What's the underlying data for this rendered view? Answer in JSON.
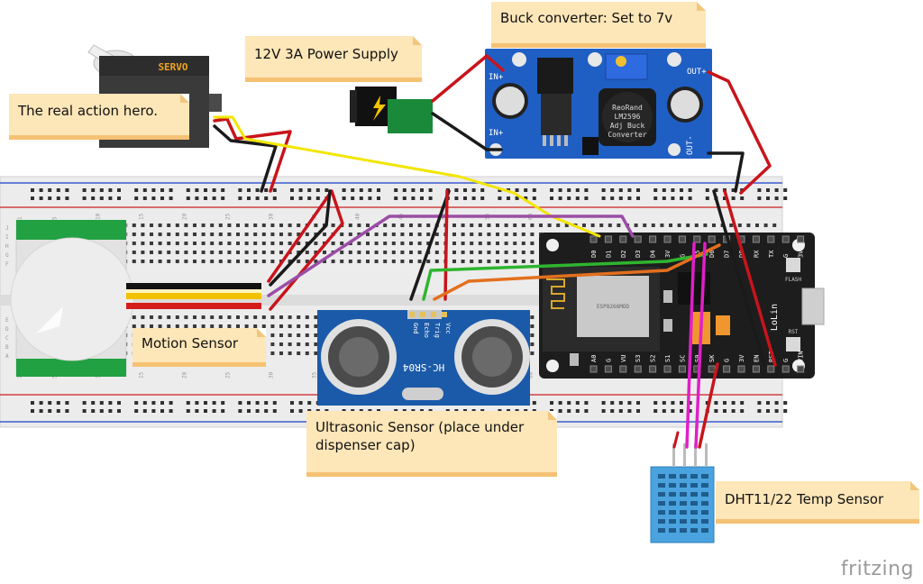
{
  "notes": {
    "power_supply": "12V 3A Power Supply",
    "buck_converter": "Buck converter: Set to 7v",
    "servo_note": "The real action hero.",
    "motion_sensor": "Motion Sensor",
    "ultrasonic_line1": "Ultrasonic Sensor (place under",
    "ultrasonic_line2": "dispenser  cap)",
    "dht_sensor": "DHT11/22 Temp Sensor"
  },
  "servo": {
    "label": "SERVO"
  },
  "buck": {
    "pin_in_plus_top": "IN+",
    "pin_in_plus_bottom": "IN+",
    "pin_out_plus": "OUT+",
    "pin_out_minus": "OUT-",
    "chip_line1": "ReoRand",
    "chip_line2": "LM2596",
    "chip_line3": "Adj Buck",
    "chip_line4": "Converter"
  },
  "ultrasonic": {
    "model": "HC-SR04",
    "pins": [
      "Gnd",
      "Echo",
      "Trig",
      "Vcc"
    ]
  },
  "nodemcu": {
    "top_pins": [
      "D0",
      "D1",
      "D2",
      "D3",
      "D4",
      "3V",
      "G",
      "D5",
      "D6",
      "D7",
      "D8",
      "RX",
      "TX",
      "G",
      "3V"
    ],
    "bottom_pins": [
      "A0",
      "G",
      "VU",
      "S3",
      "S2",
      "S1",
      "SC",
      "S0",
      "SK",
      "G",
      "3V",
      "EN",
      "RST",
      "G",
      "VIN"
    ],
    "flash_label": "FLASH",
    "rst_label": "RST",
    "brand": "LoLin",
    "module_text": "ESP8266MOD"
  },
  "breadboard": {
    "row_letters": [
      "J",
      "I",
      "H",
      "G",
      "F",
      "E",
      "D",
      "C",
      "B",
      "A"
    ],
    "column_numbers": [
      "1",
      "5",
      "10",
      "15",
      "20",
      "25",
      "30",
      "35",
      "40",
      "45",
      "50",
      "55",
      "60"
    ]
  },
  "footer": {
    "brand": "fritzing"
  },
  "colors": {
    "wire_red": "#c8141b",
    "wire_black": "#1a1a1a",
    "wire_yellow": "#f2e600",
    "wire_purple": "#9b4ea6",
    "wire_green": "#2fb52f",
    "wire_orange": "#e36f1e",
    "wire_magenta": "#e01fc8",
    "buck_board": "#1f5fc4",
    "nodemcu_board": "#1d1d1d",
    "ultrasonic_board": "#1b5aa8",
    "dht_body": "#4aa3df",
    "note_bg": "#fde6b8",
    "note_shadow": "#f5c173"
  }
}
